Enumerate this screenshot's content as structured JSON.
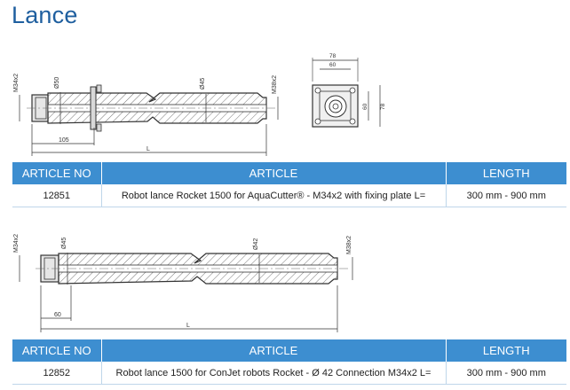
{
  "page_title": "Lance",
  "columns": {
    "article_no": "ARTICLE NO",
    "article": "ARTICLE",
    "length": "LENGTH"
  },
  "products": [
    {
      "article_no": "12851",
      "article": "Robot lance Rocket 1500 for AquaCutter® - M34x2 with fixing plate L=",
      "length": "300 mm - 900 mm",
      "drawing": {
        "thread_left": "M34x2",
        "dia_left": "Ø50",
        "dia_mid": "Ø45",
        "thread_right": "M38x2",
        "offset": "105",
        "length": "L",
        "plate_outer": "78",
        "plate_inner": "60",
        "plate_side_inner": "60",
        "plate_side_outer": "78"
      }
    },
    {
      "article_no": "12852",
      "article": "Robot lance 1500 for ConJet robots Rocket - Ø 42 Connection M34x2 L=",
      "length": "300 mm - 900 mm",
      "drawing": {
        "thread_left": "M34x2",
        "dia_left": "Ø45",
        "dia_mid": "Ø42",
        "thread_right": "M38x2",
        "offset": "60",
        "length": "L"
      }
    }
  ]
}
